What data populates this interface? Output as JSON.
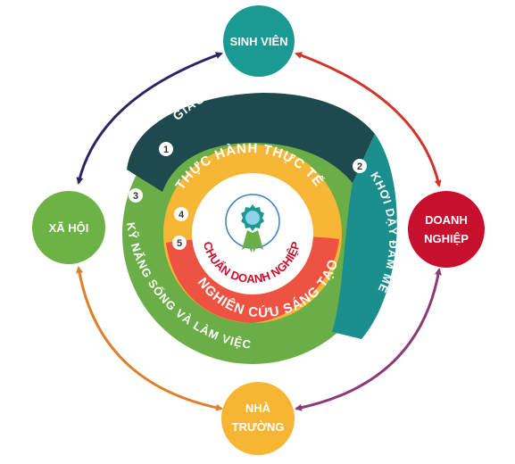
{
  "nodes": {
    "top": "SINH VIÊN",
    "right_line1": "DOANH",
    "right_line2": "NGHIỆP",
    "bottom_line1": "NHÀ",
    "bottom_line2": "TRƯỜNG",
    "left": "XÃ HỘI"
  },
  "rings": {
    "outer_1": "GIÁO TRÌNH ĐỔI MỚI",
    "outer_2": "KHƠI DẬY ĐAM MÊ",
    "outer_3": "KỸ NĂNG SỐNG VÀ LÀM VIỆC",
    "inner_4": "THỰC HÀNH THỰC TẾ",
    "inner_5": "NGHIÊN CỨU SÁNG TẠO"
  },
  "numbers": {
    "n1": "1",
    "n2": "2",
    "n3": "3",
    "n4": "4",
    "n5": "5"
  },
  "center": {
    "label": "CHUẨN DOANH NGHIỆP",
    "icon": "award-badge-icon"
  },
  "colors": {
    "teal": "#1b9a93",
    "crimson": "#c8102e",
    "orange_yellow": "#f6b533",
    "green": "#6db244",
    "dark_teal": "#1e4a4e",
    "outer_teal": "#1b8f8d",
    "outer_green": "#6bae48",
    "inner_yellow": "#f5b735",
    "inner_red": "#ee5240",
    "arrow_top_left": "#2d2466",
    "arrow_top_right": "#d0352c",
    "arrow_bottom_left": "#e07e2a",
    "arrow_bottom_right": "#8a3b78"
  }
}
